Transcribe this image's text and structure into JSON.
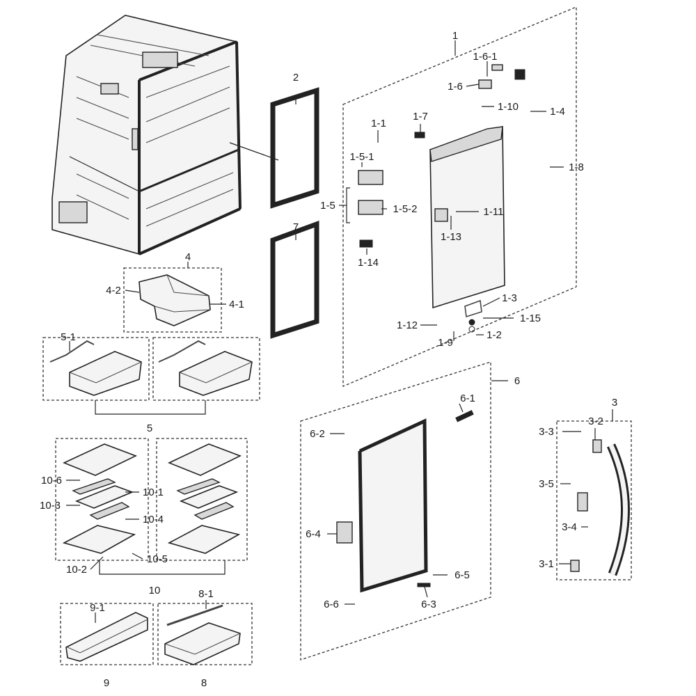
{
  "labels": {
    "l1": "1",
    "l1_1": "1-1",
    "l1_2": "1-2",
    "l1_3": "1-3",
    "l1_4": "1-4",
    "l1_5": "1-5",
    "l1_5_1": "1-5-1",
    "l1_5_2": "1-5-2",
    "l1_6": "1-6",
    "l1_6_1": "1-6-1",
    "l1_7": "1-7",
    "l1_8": "1-8",
    "l1_9": "1-9",
    "l1_10": "1-10",
    "l1_11": "1-11",
    "l1_12": "1-12",
    "l1_13": "1-13",
    "l1_14": "1-14",
    "l1_15": "1-15",
    "l2": "2",
    "l3": "3",
    "l3_1": "3-1",
    "l3_2": "3-2",
    "l3_3": "3-3",
    "l3_4": "3-4",
    "l3_5": "3-5",
    "l4": "4",
    "l4_1": "4-1",
    "l4_2": "4-2",
    "l5": "5",
    "l5_1": "5-1",
    "l6": "6",
    "l6_1": "6-1",
    "l6_2": "6-2",
    "l6_3": "6-3",
    "l6_4": "6-4",
    "l6_5": "6-5",
    "l6_6": "6-6",
    "l7": "7",
    "l8": "8",
    "l8_1": "8-1",
    "l9": "9",
    "l9_1": "9-1",
    "l10": "10",
    "l10_1": "10-1",
    "l10_2": "10-2",
    "l10_3": "10-3",
    "l10_4": "10-4",
    "l10_5": "10-5",
    "l10_6": "10-6"
  }
}
